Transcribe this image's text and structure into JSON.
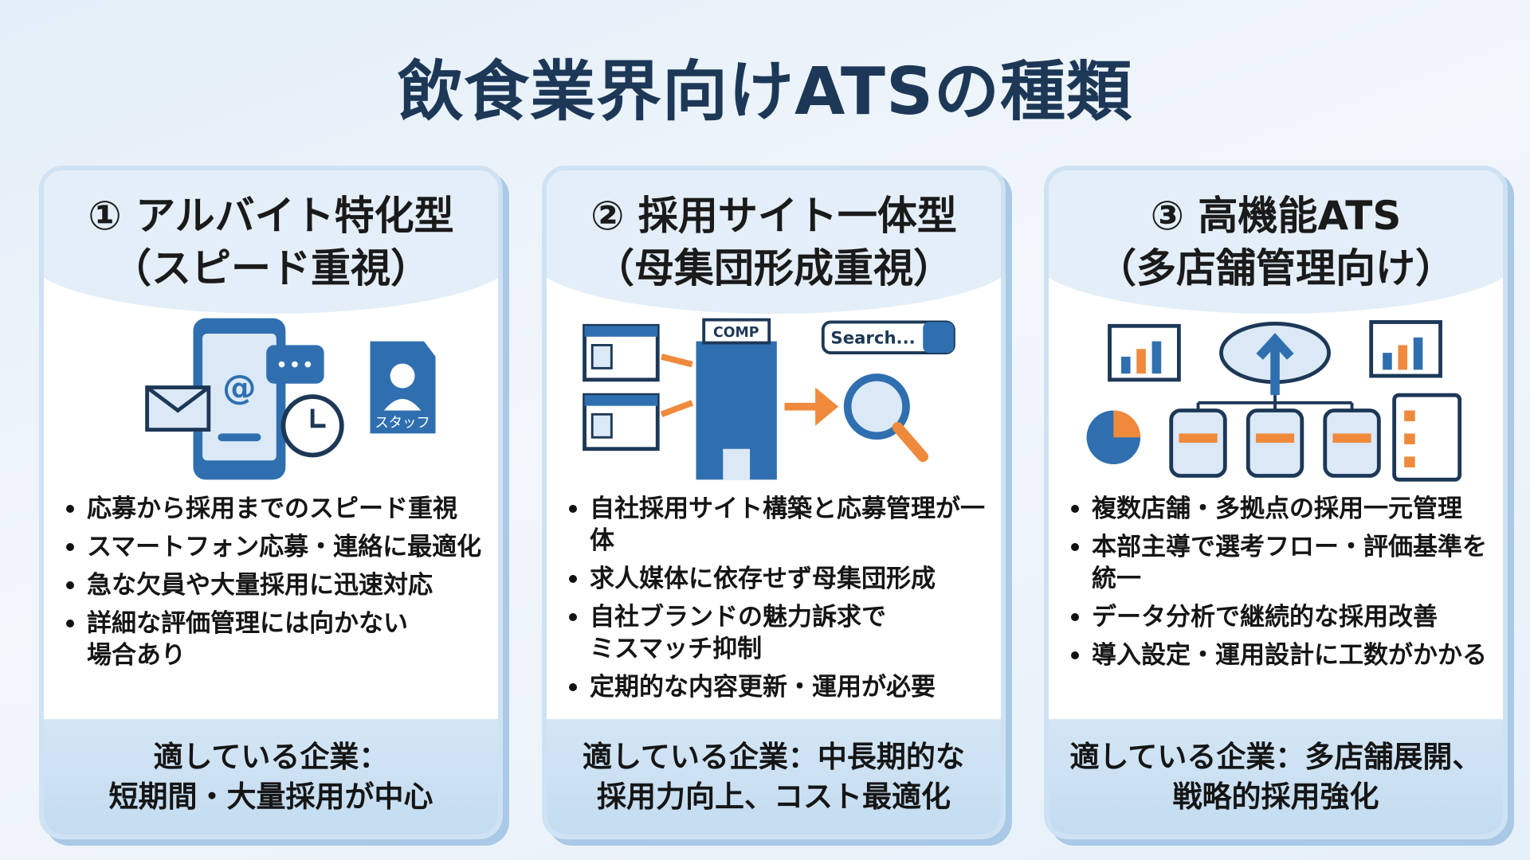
{
  "title": "飲食業界向けATSの種類",
  "colors": {
    "title": "#1d3857",
    "accent_blue": "#2f6fb0",
    "accent_orange": "#ef8a3c",
    "card_border": "#a9c9e6"
  },
  "cards": [
    {
      "heading": [
        "① アルバイト特化型",
        "（スピード重視）"
      ],
      "icon_labels": {
        "tag": "スタッフ"
      },
      "bullets": [
        "応募から採用までのスピード重視",
        "スマートフォン応募・連絡に最適化",
        "急な欠員や大量採用に迅速対応",
        "詳細な評価管理には向かない場合あり"
      ],
      "footer": [
        "適している企業：",
        "短期間・大量採用が中心"
      ]
    },
    {
      "heading": [
        "② 採用サイト一体型",
        "（母集団形成重視）"
      ],
      "icon_labels": {
        "building": "COMP",
        "search": "Search..."
      },
      "bullets": [
        "自社採用サイト構築と応募管理が一体",
        "求人媒体に依存せず母集団形成",
        "自社ブランドの魅力訴求でミスマッチ抑制",
        "定期的な内容更新・運用が必要"
      ],
      "footer": [
        "適している企業：中長期的な",
        "採用力向上、コスト最適化"
      ]
    },
    {
      "heading": [
        "③ 高機能ATS",
        "（多店舗管理向け）"
      ],
      "bullets": [
        "複数店舗・多拠点の採用一元管理",
        "本部主導で選考フロー・評価基準を統一",
        "データ分析で継続的な採用改善",
        "導入設定・運用設計に工数がかかる"
      ],
      "footer": [
        "適している企業：多店舗展開、",
        "戦略的採用強化"
      ]
    }
  ]
}
